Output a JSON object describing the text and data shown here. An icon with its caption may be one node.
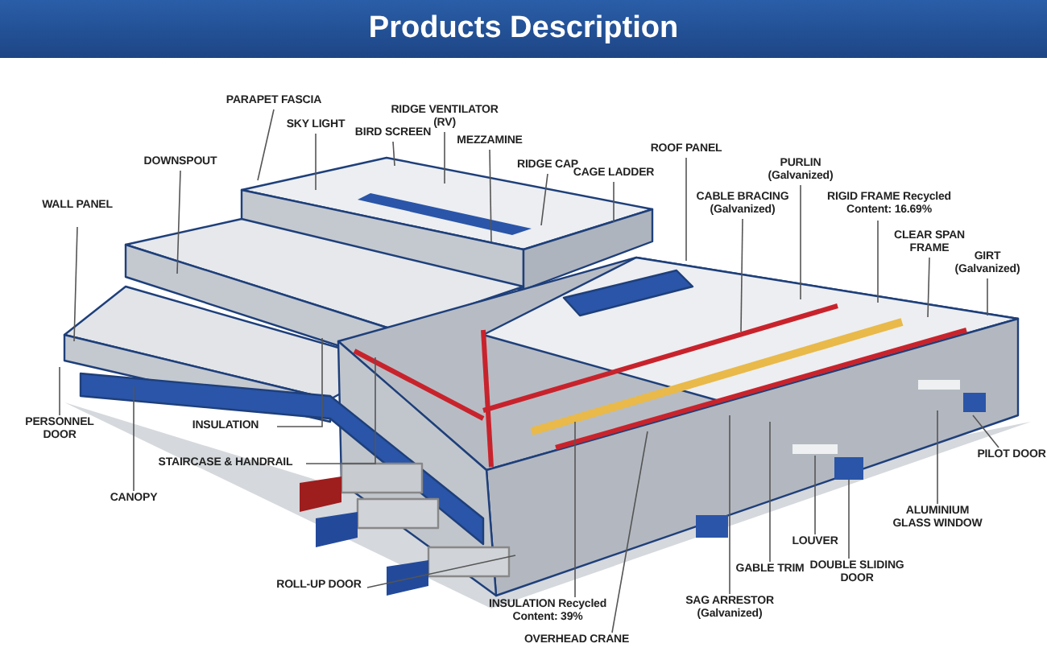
{
  "diagram": {
    "title": "Products Description",
    "nodes": [
      {
        "text": [
          "PARAPET FASCIA"
        ]
      },
      {
        "text": [
          "SKY LIGHT"
        ]
      },
      {
        "text": [
          "BIRD SCREEN"
        ]
      },
      {
        "text": [
          "RIDGE VENTILATOR (RV)"
        ]
      },
      {
        "text": [
          "MEZZAMINE"
        ]
      },
      {
        "text": [
          "DOWNSPOUT"
        ]
      },
      {
        "text": [
          "RIDGE CAP"
        ]
      },
      {
        "text": [
          "CAGE LADDER"
        ]
      },
      {
        "text": [
          "WALL PANEL"
        ]
      },
      {
        "text": [
          "ROOF PANEL"
        ]
      },
      {
        "text": [
          "PURLIN (Galvanized)"
        ]
      },
      {
        "text": [
          "CABLE BRACING (Galvanized)"
        ]
      },
      {
        "text": [
          "RIGID FRAME Recycled Content: 16.69%"
        ]
      },
      {
        "text": [
          "CLEAR SPAN FRAME"
        ]
      },
      {
        "text": [
          "GIRT (Galvanized)"
        ]
      },
      {
        "text": [
          "PERSONNEL DOOR"
        ]
      },
      {
        "text": [
          "INSULATION"
        ]
      },
      {
        "text": [
          "STAIRCASE & HANDRAIL"
        ]
      },
      {
        "text": [
          "CANOPY"
        ]
      },
      {
        "text": [
          "ROLL-UP DOOR"
        ]
      },
      {
        "text": [
          "INSULATION Recycled Content: 39%"
        ]
      },
      {
        "text": [
          "OVERHEAD CRANE"
        ]
      },
      {
        "text": [
          "SAG ARRESTOR (Galvanized)"
        ]
      },
      {
        "text": [
          "GABLE TRIM"
        ]
      },
      {
        "text": [
          "LOUVER"
        ]
      },
      {
        "text": [
          "DOUBLE SLIDING DOOR"
        ]
      },
      {
        "text": [
          "ALUMINIUM GLASS WINDOW"
        ]
      },
      {
        "text": [
          "PILOT DOOR"
        ]
      }
    ],
    "edges": [
      {
        "from": 0,
        "to": null,
        "arrow": "none"
      },
      {
        "from": 1,
        "to": null,
        "arrow": "none"
      },
      {
        "from": 2,
        "to": null,
        "arrow": "none"
      },
      {
        "from": 3,
        "to": null,
        "arrow": "none"
      },
      {
        "from": 4,
        "to": null,
        "arrow": "none"
      },
      {
        "from": 5,
        "to": null,
        "arrow": "none"
      },
      {
        "from": 6,
        "to": null,
        "arrow": "none"
      },
      {
        "from": 7,
        "to": null,
        "arrow": "none"
      },
      {
        "from": 8,
        "to": null,
        "arrow": "none"
      },
      {
        "from": 9,
        "to": null,
        "arrow": "none"
      },
      {
        "from": 10,
        "to": null,
        "arrow": "none"
      },
      {
        "from": 11,
        "to": null,
        "arrow": "none"
      },
      {
        "from": 12,
        "to": null,
        "arrow": "none"
      },
      {
        "from": 13,
        "to": null,
        "arrow": "none"
      },
      {
        "from": 14,
        "to": null,
        "arrow": "none"
      },
      {
        "from": 15,
        "to": null,
        "arrow": "none"
      },
      {
        "from": 16,
        "to": null,
        "arrow": "none"
      },
      {
        "from": 17,
        "to": null,
        "arrow": "none"
      },
      {
        "from": 18,
        "to": null,
        "arrow": "none"
      },
      {
        "from": 19,
        "to": null,
        "arrow": "none"
      },
      {
        "from": 20,
        "to": null,
        "arrow": "none"
      },
      {
        "from": 21,
        "to": null,
        "arrow": "none"
      },
      {
        "from": 22,
        "to": null,
        "arrow": "none"
      },
      {
        "from": 23,
        "to": null,
        "arrow": "none"
      },
      {
        "from": 24,
        "to": null,
        "arrow": "none"
      },
      {
        "from": 25,
        "to": null,
        "arrow": "none"
      },
      {
        "from": 26,
        "to": null,
        "arrow": "none"
      },
      {
        "from": 27,
        "to": null,
        "arrow": "none"
      }
    ]
  }
}
